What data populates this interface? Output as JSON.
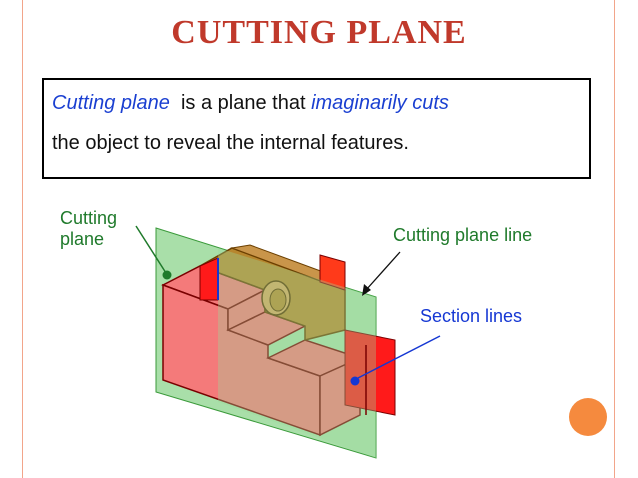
{
  "title": "CUTTING  PLANE",
  "definition": {
    "line1_term": "Cutting plane",
    "line1_mid": "  is a plane that ",
    "line1_em": "imaginarily cuts",
    "line2": "the object to reveal the internal features."
  },
  "labels": {
    "cutting_plane_1": "Cutting",
    "cutting_plane_2": "plane",
    "cutting_plane_line": "Cutting plane line",
    "section_lines": "Section lines"
  },
  "colors": {
    "title": "#c0392b",
    "emphasis": "#1a3fd1",
    "plane": "#9ad99a",
    "object_face": "#f47a7a",
    "object_cut": "#ff1a1a",
    "object_inner": "#b7862e",
    "accent": "#f58a3e"
  }
}
